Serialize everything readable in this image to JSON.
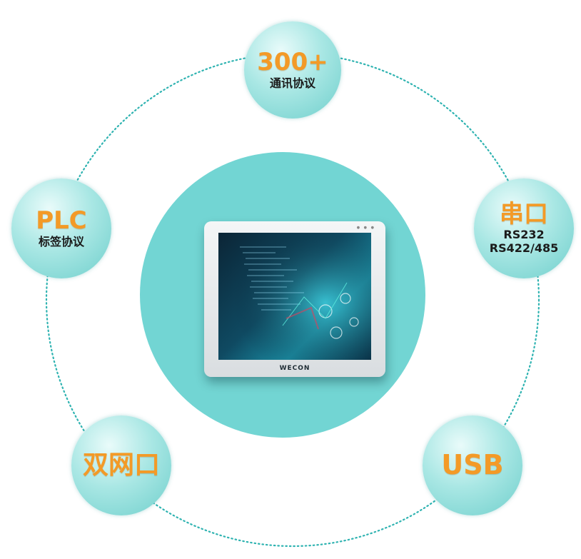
{
  "bubbles": {
    "top": {
      "big": "300+",
      "sub": "通讯协议"
    },
    "left": {
      "big": "PLC",
      "sub": "标签协议"
    },
    "right": {
      "big": "串口",
      "sub1": "RS232",
      "sub2": "RS422/485"
    },
    "bottom_left": {
      "big": "双网口"
    },
    "bottom_right": {
      "big": "USB"
    }
  },
  "monitor": {
    "brand": "WECON"
  },
  "colors": {
    "accent": "#f39a27",
    "teal": "#72d5d3",
    "ring": "#2fb3b1"
  }
}
